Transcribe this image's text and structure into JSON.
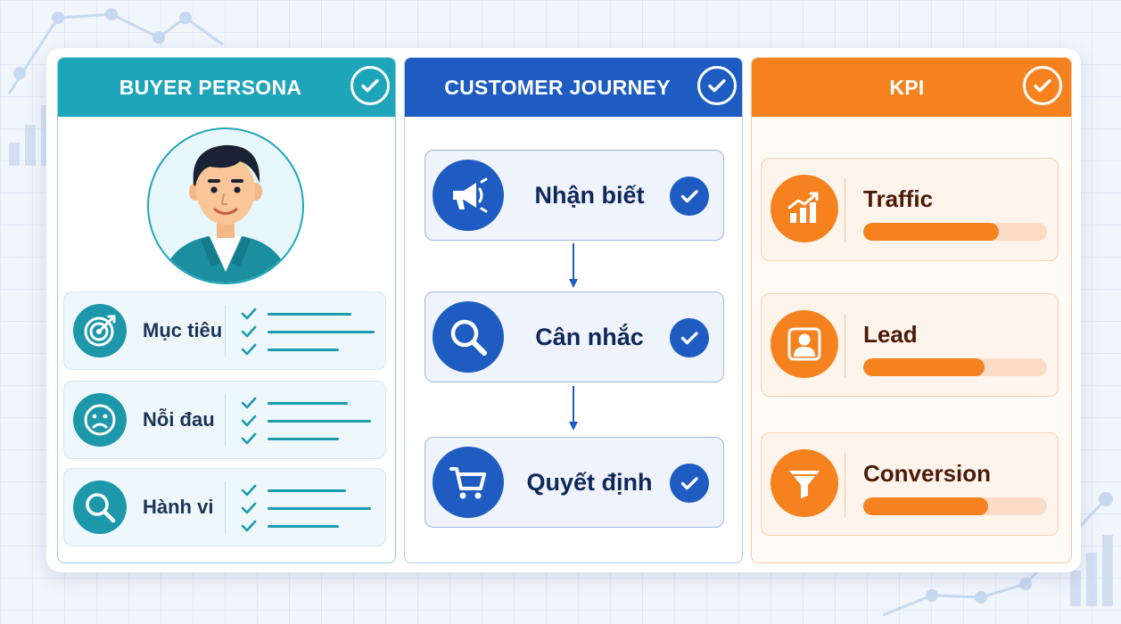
{
  "colors": {
    "teal": "#1fa5b9",
    "blue": "#1e5cc2",
    "orange": "#f5821f",
    "text_dark": "#10275a",
    "kpi_text": "#4a1a0a"
  },
  "persona": {
    "title": "BUYER PERSONA",
    "avatar_icon": "man-avatar-icon",
    "items": [
      {
        "label": "Mục tiêu",
        "icon": "target-icon"
      },
      {
        "label": "Nỗi đau",
        "icon": "sad-face-icon"
      },
      {
        "label": "Hành vi",
        "icon": "search-icon"
      }
    ]
  },
  "journey": {
    "title": "CUSTOMER JOURNEY",
    "steps": [
      {
        "label": "Nhận biết",
        "icon": "megaphone-icon"
      },
      {
        "label": "Cân nhắc",
        "icon": "search-icon"
      },
      {
        "label": "Quyết định",
        "icon": "cart-icon"
      }
    ]
  },
  "kpi": {
    "title": "KPI",
    "items": [
      {
        "label": "Traffic",
        "icon": "growth-chart-icon",
        "progress": 0.74
      },
      {
        "label": "Lead",
        "icon": "user-icon",
        "progress": 0.66
      },
      {
        "label": "Conversion",
        "icon": "funnel-icon",
        "progress": 0.68
      }
    ]
  }
}
